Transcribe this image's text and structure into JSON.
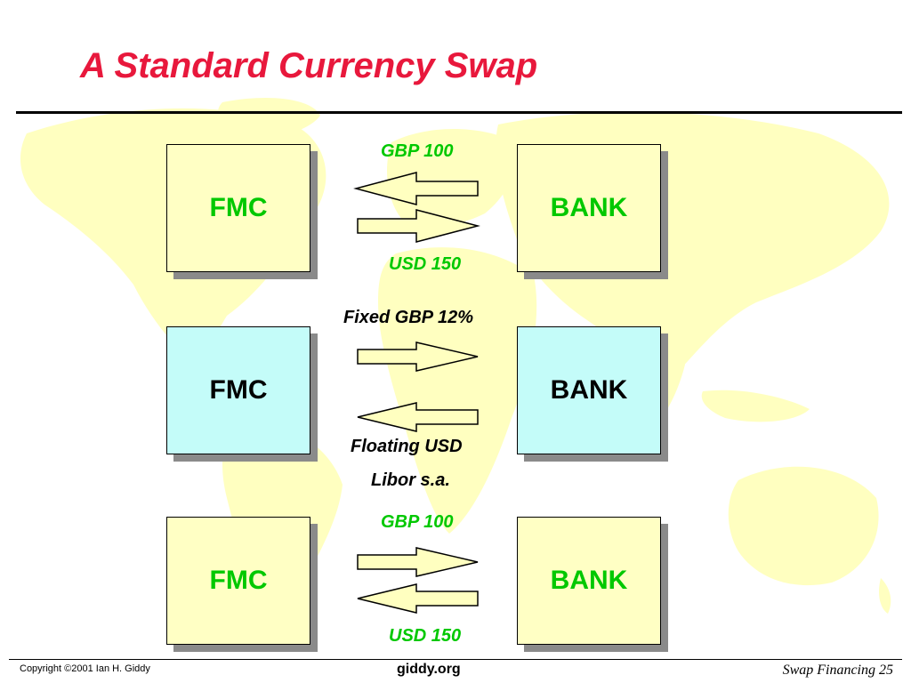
{
  "slide": {
    "title": "A Standard Currency Swap"
  },
  "rows": [
    {
      "left_label": "FMC",
      "right_label": "BANK",
      "top_flow": "GBP 100",
      "bottom_flow": "USD 150"
    },
    {
      "left_label": "FMC",
      "right_label": "BANK",
      "top_flow": "Fixed GBP 12%",
      "bottom_flow_line1": "Floating USD",
      "bottom_flow_line2": "Libor s.a."
    },
    {
      "left_label": "FMC",
      "right_label": "BANK",
      "top_flow": "GBP 100",
      "bottom_flow": "USD 150"
    }
  ],
  "footer": {
    "copyright": "Copyright ©2001 Ian H. Giddy",
    "site": "giddy.org",
    "page": "Swap Financing 25"
  },
  "colors": {
    "title": "#e8183c",
    "box_yellow": "#ffffc4",
    "box_cyan": "#c4fcf9",
    "flow_green": "#00c800",
    "map": "#ffffc0"
  }
}
